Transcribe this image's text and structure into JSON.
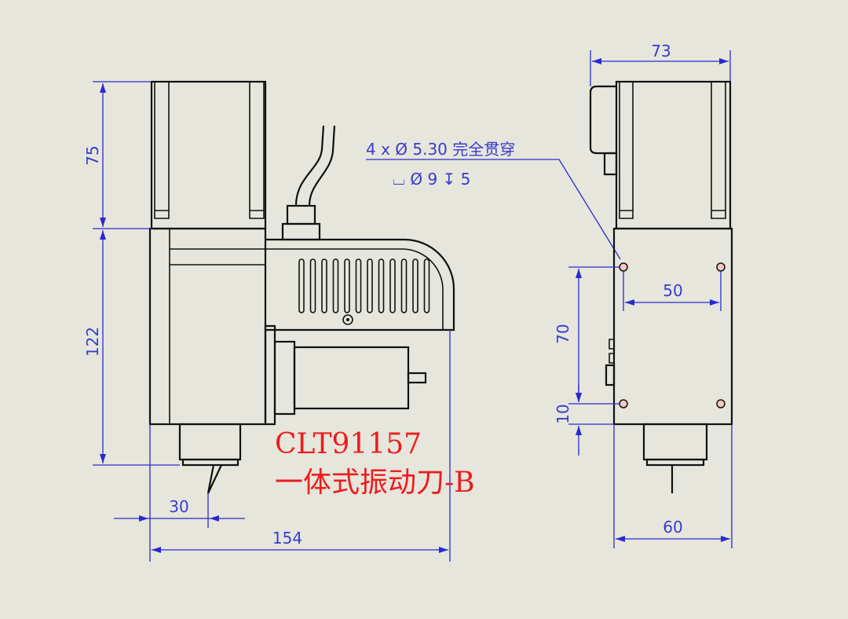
{
  "title": {
    "model": "CLT91157",
    "name": "一体式振动刀-B"
  },
  "callout": {
    "line1": "4 x  Ø  5.30  完全贯穿",
    "line2": "⌴  Ø 9  ↧  5"
  },
  "dimensions": {
    "front_height_top": "75",
    "front_height_body": "122",
    "front_blade_offset": "30",
    "front_width": "154",
    "side_width_top": "73",
    "side_hole_spacing_h": "50",
    "side_hole_spacing_v": "70",
    "side_hole_bottom": "10",
    "side_width_body": "60"
  },
  "colors": {
    "dimension": "#2a2ad0",
    "title": "#ee1c1c",
    "background": "#e6e6dc"
  }
}
